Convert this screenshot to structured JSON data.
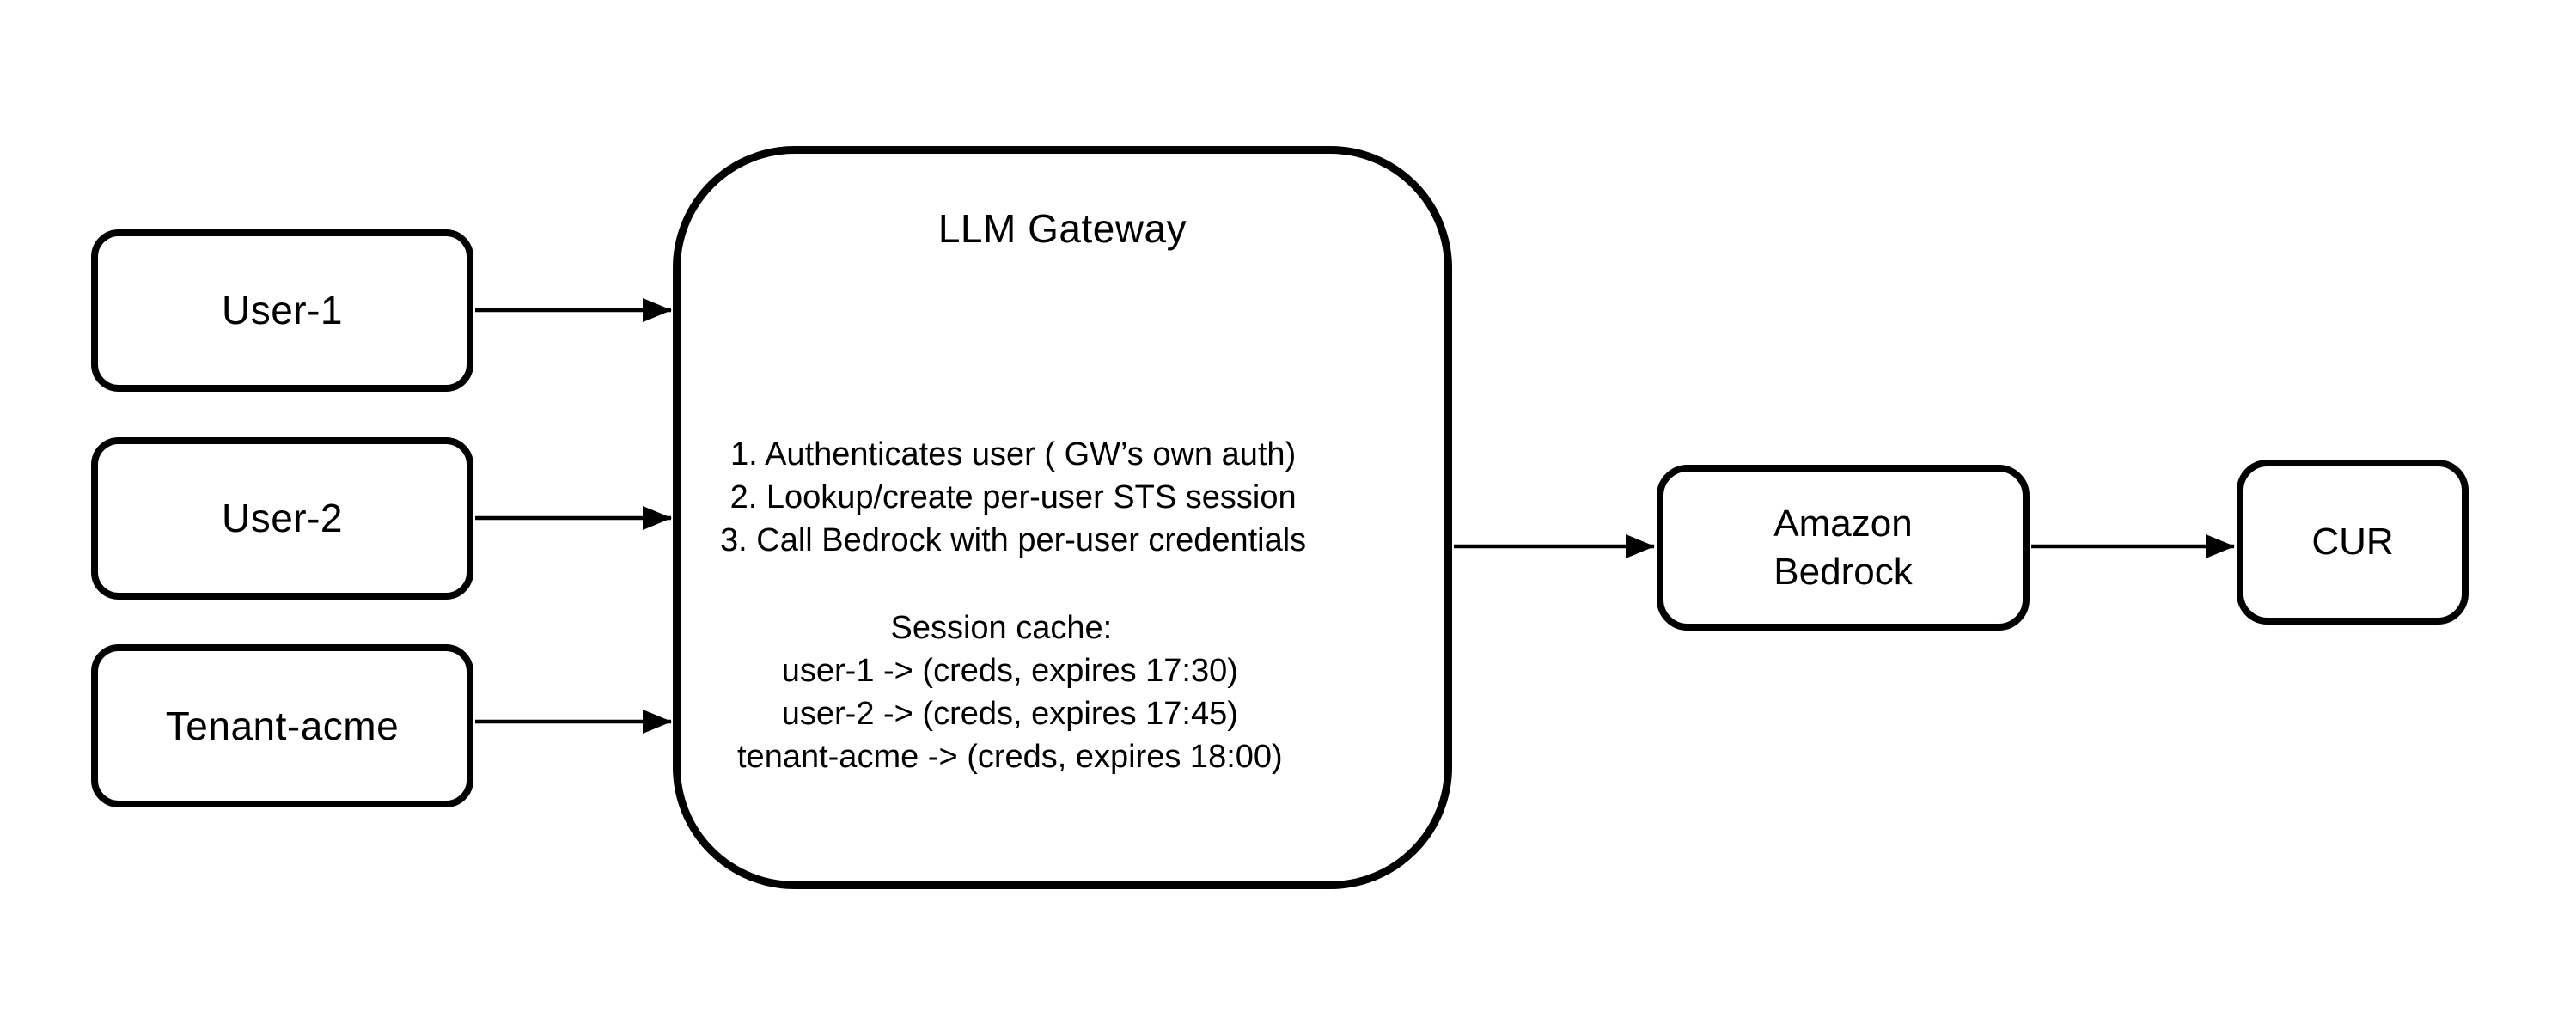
{
  "colors": {
    "stroke": "#000000",
    "background": "#ffffff",
    "text": "#000000"
  },
  "nodes": {
    "user1": {
      "label": "User-1"
    },
    "user2": {
      "label": "User-2"
    },
    "tenant": {
      "label": "Tenant-acme"
    },
    "gateway": {
      "title": "LLM Gateway",
      "steps": [
        "1. Authenticates user ( GW’s own auth)",
        "2. Lookup/create per-user STS session",
        "3. Call Bedrock with per-user credentials"
      ],
      "cache_title": "Session cache:",
      "cache_entries": [
        "user-1 -> (creds, expires 17:30)",
        "user-2 -> (creds, expires 17:45)",
        "tenant-acme -> (creds, expires 18:00)"
      ]
    },
    "bedrock": {
      "label": "Amazon\nBedrock"
    },
    "cur": {
      "label": "CUR"
    }
  },
  "connections": [
    {
      "from": "user1",
      "to": "gateway"
    },
    {
      "from": "user2",
      "to": "gateway"
    },
    {
      "from": "tenant",
      "to": "gateway"
    },
    {
      "from": "gateway",
      "to": "bedrock"
    },
    {
      "from": "bedrock",
      "to": "cur"
    }
  ]
}
